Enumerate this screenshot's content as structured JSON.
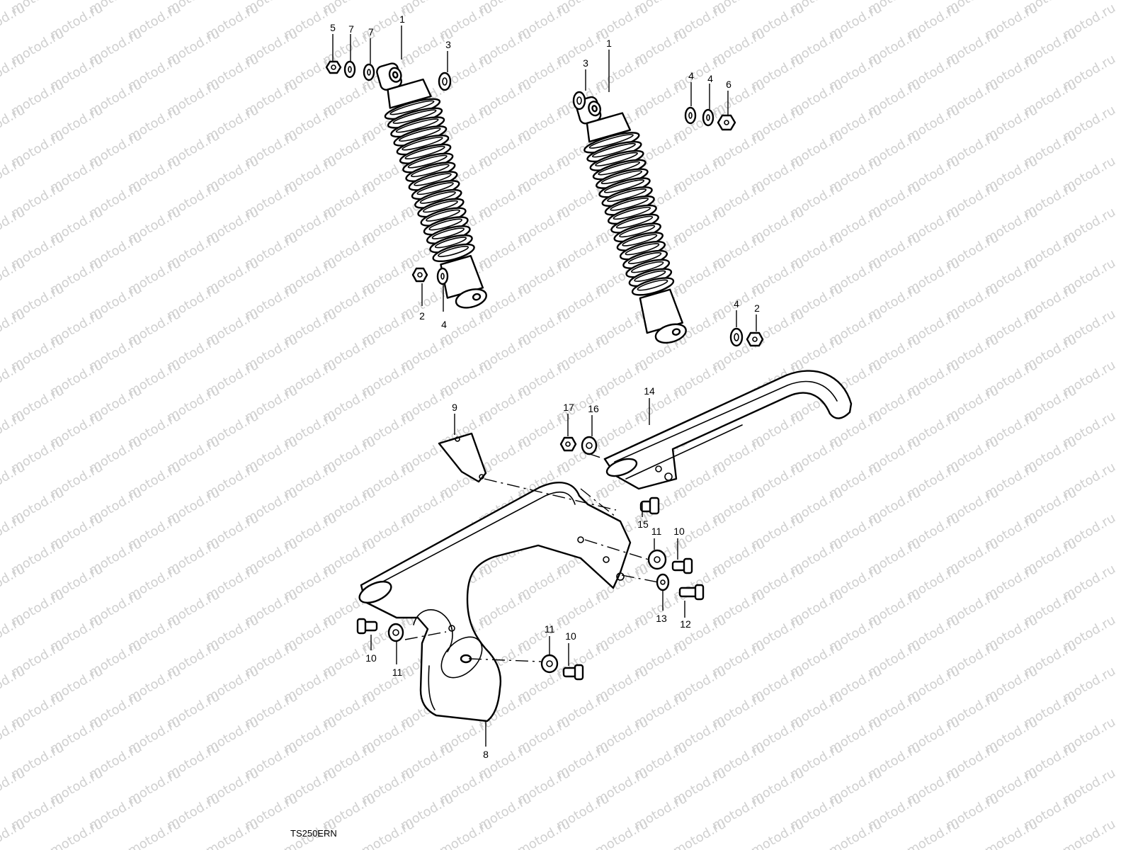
{
  "diagram": {
    "watermark": "motod.ru",
    "code": "TS250ERN",
    "callouts": {
      "c1": "1",
      "c2": "2",
      "c3": "3",
      "c4": "4",
      "c5": "5",
      "c6": "6",
      "c7": "7",
      "c8": "8",
      "c9": "9",
      "c10": "10",
      "c11": "11",
      "c12": "12",
      "c13": "13",
      "c14": "14",
      "c15": "15",
      "c16": "16",
      "c17": "17"
    }
  }
}
